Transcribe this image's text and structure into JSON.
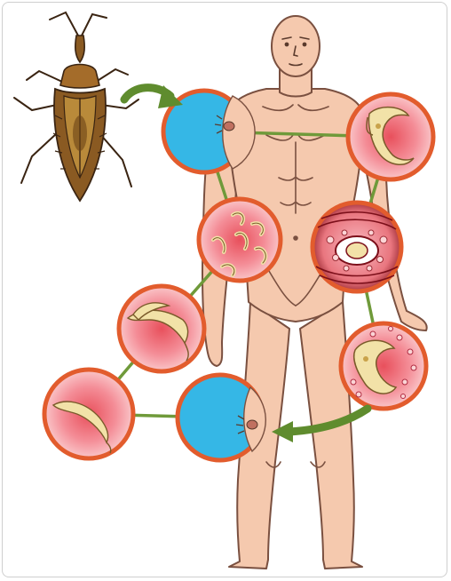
{
  "diagram": {
    "nodes": [
      {
        "id": "bite-site-shoulder",
        "kind": "skin"
      },
      {
        "id": "trypomastigote-top-right",
        "kind": "tissue"
      },
      {
        "id": "multiple-forms-chest",
        "kind": "tissue"
      },
      {
        "id": "infected-cell",
        "kind": "cell"
      },
      {
        "id": "single-parasite-left-upper",
        "kind": "tissue"
      },
      {
        "id": "amastigotes-lower-right",
        "kind": "tissue"
      },
      {
        "id": "single-parasite-left-lower",
        "kind": "tissue"
      },
      {
        "id": "bite-site-hip",
        "kind": "skin"
      }
    ],
    "edges": [
      [
        "bite-site-shoulder",
        "trypomastigote-top-right"
      ],
      [
        "bite-site-shoulder",
        "multiple-forms-chest"
      ],
      [
        "trypomastigote-top-right",
        "infected-cell"
      ],
      [
        "multiple-forms-chest",
        "single-parasite-left-upper"
      ],
      [
        "infected-cell",
        "amastigotes-lower-right"
      ],
      [
        "single-parasite-left-upper",
        "single-parasite-left-lower"
      ],
      [
        "single-parasite-left-lower",
        "bite-site-hip"
      ]
    ],
    "arrows": [
      {
        "from": "kissing-bug",
        "to": "bite-site-shoulder"
      },
      {
        "from": "amastigotes-lower-right",
        "to": "bite-site-hip"
      }
    ]
  },
  "colors": {
    "skin": "#f5c9ae",
    "skin_line": "#7a5040",
    "ring": "#e25c2d",
    "blue": "#35b7e6",
    "tissue": "#f6a8ad",
    "connector": "#6f9a3a",
    "arrow": "#5f8c2e",
    "bug_body": "#8a5a22",
    "bug_dark": "#3a2412",
    "parasite": "#f2e2a8"
  }
}
